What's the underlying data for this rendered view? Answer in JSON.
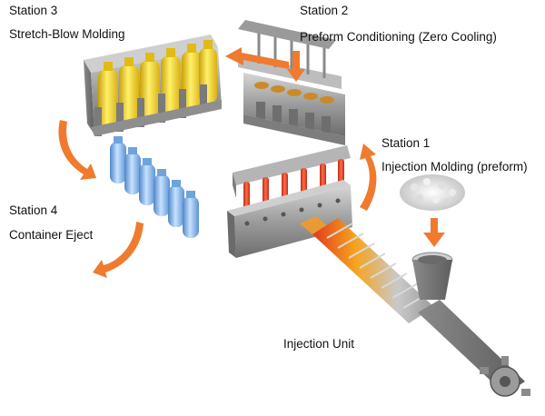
{
  "labels": {
    "station3": "Station 3",
    "station3_name": "Stretch-Blow Molding",
    "station2": "Station 2",
    "station2_name": "Preform Conditioning (Zero Cooling)",
    "station1": "Station 1",
    "station1_name": "Injection Molding (preform)",
    "station4": "Station 4",
    "station4_name": "Container Eject",
    "injection_unit": "Injection Unit"
  },
  "colors": {
    "arrow": "#f07a2e",
    "steel": "#9a9a9a",
    "steel_dark": "#6a6a6a",
    "yellow_bottle": "#f4d21e",
    "blue_bottle": "#7eb2ea",
    "preform_red": "#e8452a"
  },
  "icons": [
    "flow-arrow-icon",
    "resin-pellets-icon",
    "hopper-icon"
  ]
}
